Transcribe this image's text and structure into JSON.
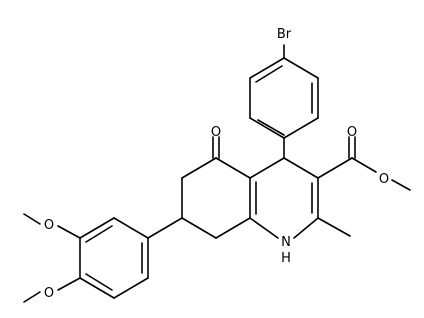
{
  "molecule": {
    "atom_labels": {
      "bromine": "Br",
      "ketone_oxygen": "O",
      "ester_carbonyl_oxygen": "O",
      "ester_ether_oxygen": "O",
      "amine_nh": "H",
      "amine_n": "N",
      "methoxy_oxygen_3": "O",
      "methoxy_oxygen_4": "O"
    },
    "colors": {
      "bond": "#000000",
      "label": "#000000",
      "background": "#ffffff"
    }
  }
}
